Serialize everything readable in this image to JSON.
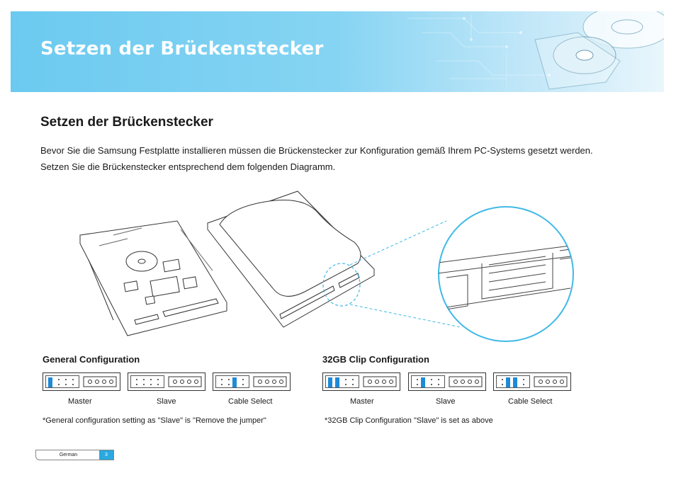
{
  "banner": {
    "title": "Setzen der Brückenstecker"
  },
  "section": {
    "title": "Setzen der Brückenstecker"
  },
  "intro": {
    "line1": "Bevor Sie die Samsung Festplatte installieren müssen die Brückenstecker zur Konfiguration gemäß Ihrem PC-Systems gesetzt werden.",
    "line2": "Setzen Sie die Brückenstecker entsprechend dem folgenden Diagramm."
  },
  "general": {
    "title": "General Configuration",
    "labels": [
      "Master",
      "Slave",
      "Cable Select"
    ],
    "note": "*General configuration setting as \"Slave\" is \"Remove the jumper\""
  },
  "clip": {
    "title": "32GB Clip Configuration",
    "labels": [
      "Master",
      "Slave",
      "Cable Select"
    ],
    "note": "*32GB Clip Configuration \"Slave\" is set as above"
  },
  "footer": {
    "language": "German",
    "page": "3"
  },
  "colors": {
    "banner": "#6ccaf0",
    "accent": "#1e8ad8",
    "highlight": "#3fb9e6"
  }
}
